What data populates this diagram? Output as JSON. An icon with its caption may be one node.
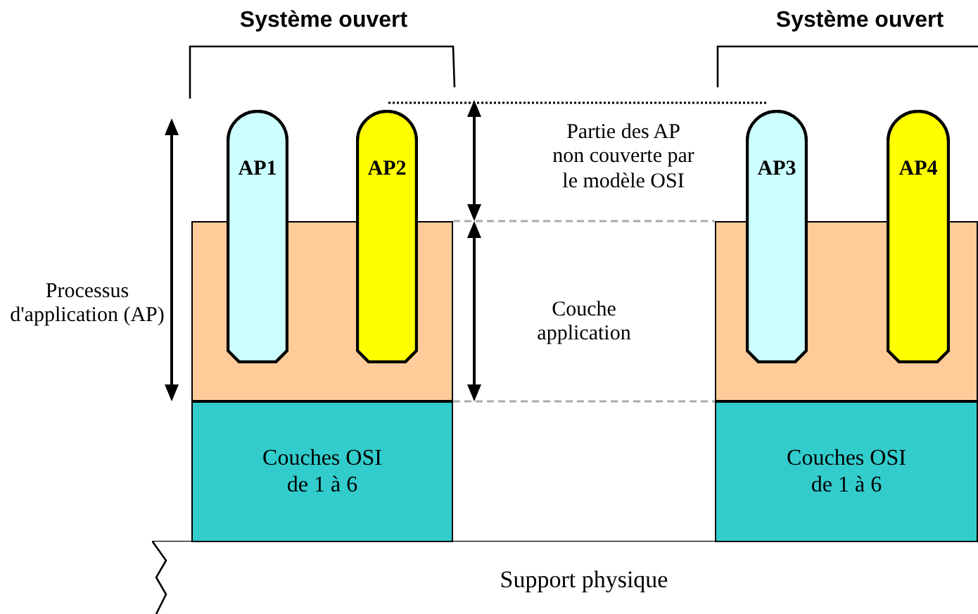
{
  "diagram": {
    "nodes": [
      {
        "text": [],
        "shape": "box"
      },
      {
        "text": [
          "AP1"
        ]
      },
      {
        "text": [
          "AP2"
        ]
      },
      {
        "text": [
          "Couches OSI de 1 à 6"
        ]
      },
      {
        "text": [],
        "shape": "box"
      },
      {
        "text": [
          "AP3"
        ]
      },
      {
        "text": [
          "AP4"
        ]
      },
      {
        "text": [
          "Couches OSI de 1 à 6"
        ]
      },
      {
        "text": [
          "Support physique"
        ]
      }
    ],
    "labels": [
      "Système ouvert",
      "Système ouvert",
      "Partie des AP non couverte par le modèle OSI",
      "Processus d'application (AP)",
      "Couche application"
    ]
  }
}
